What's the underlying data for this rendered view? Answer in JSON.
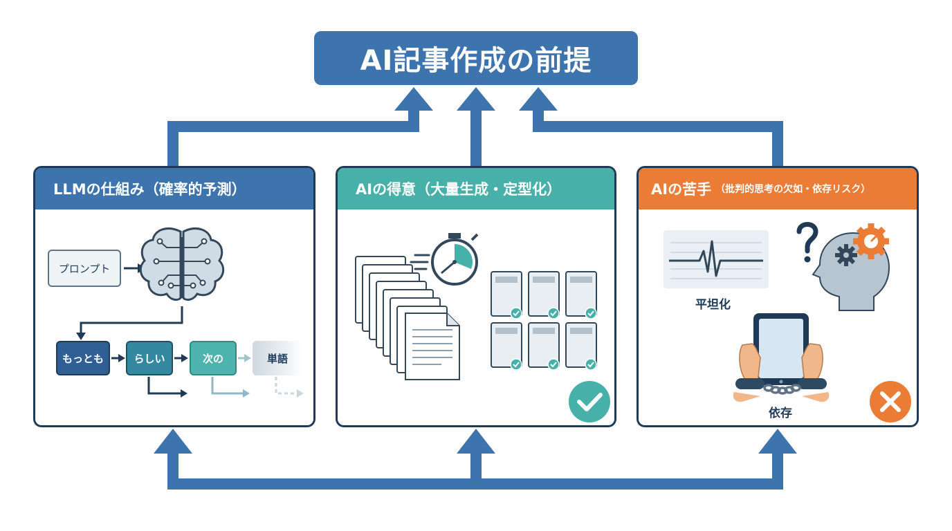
{
  "title": "AI記事作成の前提",
  "panels": [
    {
      "header": "LLMの仕組み（確率的予測）",
      "prompt": "プロンプト",
      "tokens": [
        "もっとも",
        "らしい",
        "次の",
        "単語"
      ]
    },
    {
      "header": "AIの得意（大量生成・定型化）"
    },
    {
      "header": "AIの苦手",
      "header_sub": "（批判的思考の欠如・依存リスク）",
      "label_flat": "平坦化",
      "label_dependence": "依存"
    }
  ],
  "colors": {
    "primary_blue": "#3d74ad",
    "teal": "#47b0a8",
    "orange": "#ea7c36",
    "dark_navy": "#1f3a57"
  },
  "icons": [
    "brain-icon",
    "document-stack-icon",
    "stopwatch-icon",
    "checkmark-circle-icon",
    "heartbeat-line-icon",
    "question-mark-icon",
    "head-gear-icon",
    "tablet-icon",
    "handcuff-icon",
    "x-circle-icon"
  ]
}
